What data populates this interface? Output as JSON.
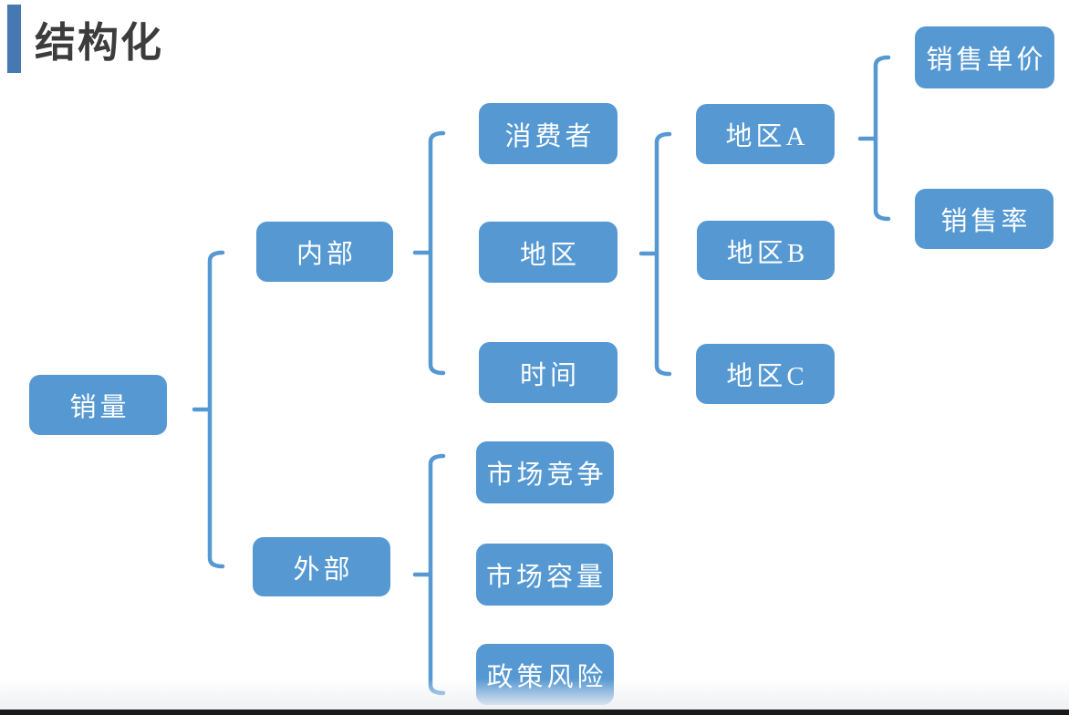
{
  "page": {
    "title": "结构化"
  },
  "diagram": {
    "type": "tree",
    "root_label": "销量",
    "nodes": [
      {
        "id": "sales",
        "label": "销量",
        "parent": null
      },
      {
        "id": "internal",
        "label": "内部",
        "parent": "sales"
      },
      {
        "id": "external",
        "label": "外部",
        "parent": "sales"
      },
      {
        "id": "consumer",
        "label": "消费者",
        "parent": "internal"
      },
      {
        "id": "region",
        "label": "地区",
        "parent": "internal"
      },
      {
        "id": "time",
        "label": "时间",
        "parent": "internal"
      },
      {
        "id": "regionA",
        "label": "地区A",
        "parent": "region"
      },
      {
        "id": "regionB",
        "label": "地区B",
        "parent": "region"
      },
      {
        "id": "regionC",
        "label": "地区C",
        "parent": "region"
      },
      {
        "id": "unitPrice",
        "label": "销售单价",
        "parent": "regionA"
      },
      {
        "id": "salesRate",
        "label": "销售率",
        "parent": "regionA"
      },
      {
        "id": "competition",
        "label": "市场竞争",
        "parent": "external"
      },
      {
        "id": "capacity",
        "label": "市场容量",
        "parent": "external"
      },
      {
        "id": "policyRisk",
        "label": "政策风险",
        "parent": "external"
      }
    ]
  },
  "colors": {
    "node_fill": "#5598D2",
    "node_text": "#FFFFFF",
    "connector": "#5598D2",
    "accent_bar": "#4678B2",
    "title_text": "#3C3C3C",
    "bottom_bar": "#1A1A1A"
  }
}
